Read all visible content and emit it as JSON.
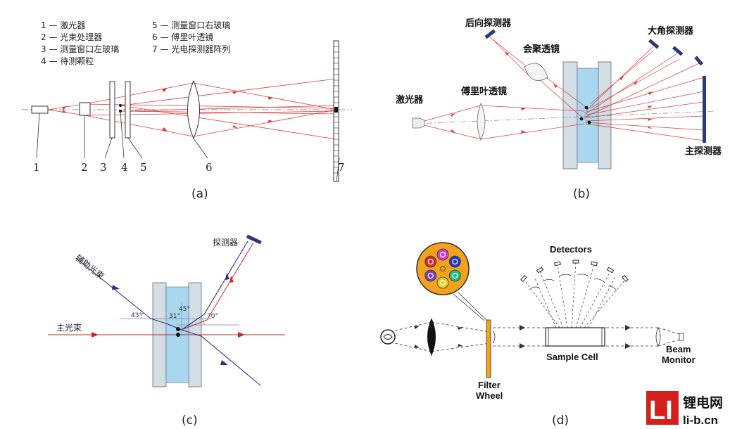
{
  "panel_a": {
    "caption": "(a)",
    "legend": [
      "1 — 激光器",
      "2 — 光束处理器",
      "3 — 测量窗口左玻璃",
      "4 — 待测颗粒",
      "5 — 测量窗口右玻璃",
      "6 — 傅里叶透镜",
      "7 — 光电探测器阵列"
    ],
    "numbers": [
      "1",
      "2",
      "3",
      "4",
      "5",
      "6",
      "7"
    ]
  },
  "panel_b": {
    "caption": "(b)",
    "labels": {
      "back_detector": "后向探测器",
      "focus_lens": "会聚透镜",
      "wide_detector": "大角探测器",
      "laser": "激光器",
      "fourier_lens": "傅里叶透镜",
      "main_detector": "主探测器"
    }
  },
  "panel_c": {
    "caption": "(c)",
    "labels": {
      "detector": "探测器",
      "aux_beam": "辅助光束",
      "main_beam": "主光束"
    },
    "angles": [
      "43°",
      "45°",
      "31°",
      "70°"
    ]
  },
  "panel_d": {
    "caption": "(d)",
    "labels": {
      "detectors": "Detectors",
      "sample_cell": "Sample Cell",
      "filter_wheel_1": "Filter",
      "filter_wheel_2": "Wheel",
      "beam_monitor_1": "Beam",
      "beam_monitor_2": "Monitor"
    },
    "filter_colors": [
      "#d92b2b",
      "#d23bd0",
      "#2236c8",
      "#1fbf86",
      "#e8d21a",
      "#7a3ec9"
    ]
  },
  "watermark": {
    "logo_text": "LI",
    "name": "锂电网",
    "domain": "li-b.cn",
    "color": "#d4201c"
  },
  "colors": {
    "ray_red": "#e23a3a",
    "ray_blue": "#2a2f8a",
    "cell_blue": "#a9d7f0",
    "cell_gray": "#d3dde4",
    "filter_orange": "#f3a21d"
  }
}
